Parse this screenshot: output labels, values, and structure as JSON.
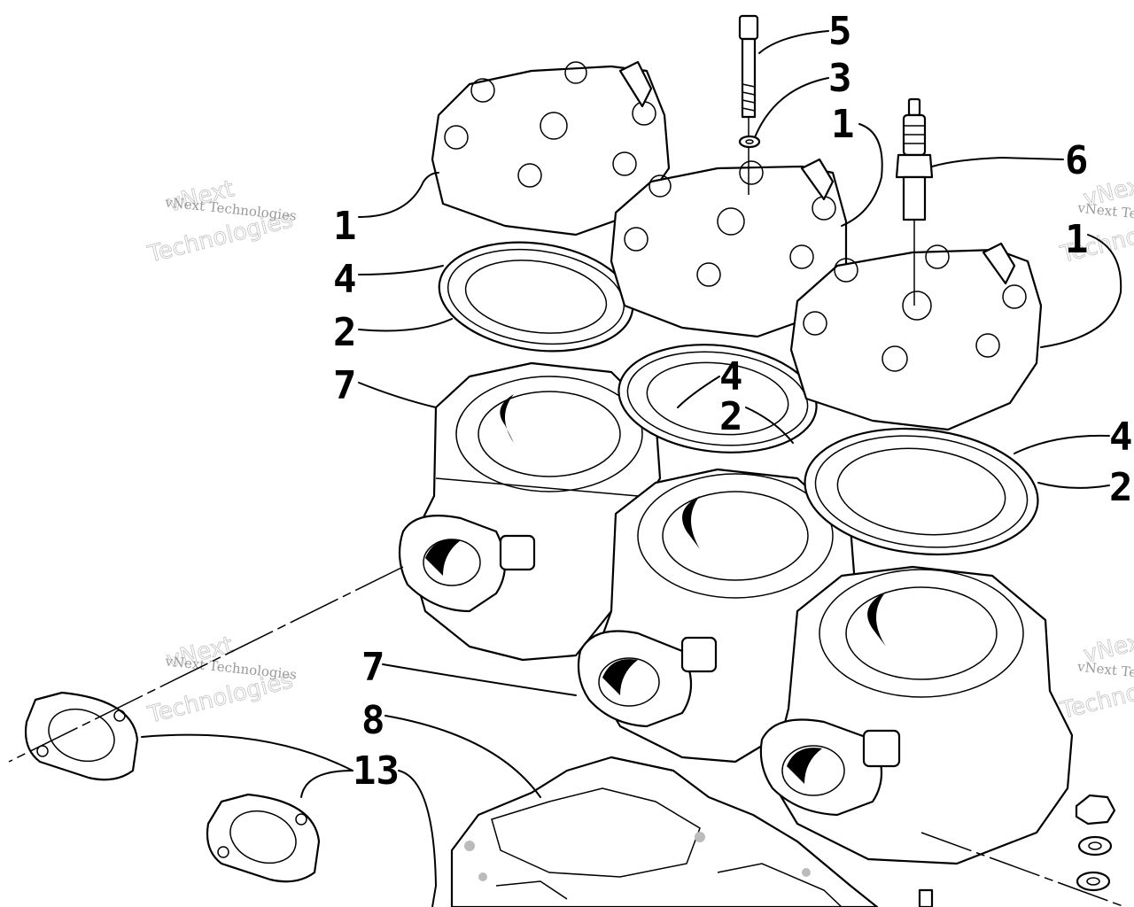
{
  "callouts": [
    {
      "id": "5a",
      "text": "5"
    },
    {
      "id": "3a",
      "text": "3"
    },
    {
      "id": "1a",
      "text": "1"
    },
    {
      "id": "6a",
      "text": "6"
    },
    {
      "id": "1b",
      "text": "1"
    },
    {
      "id": "1c",
      "text": "1"
    },
    {
      "id": "4a",
      "text": "4"
    },
    {
      "id": "2a",
      "text": "2"
    },
    {
      "id": "7a",
      "text": "7"
    },
    {
      "id": "4b",
      "text": "4"
    },
    {
      "id": "2b",
      "text": "2"
    },
    {
      "id": "4c",
      "text": "4"
    },
    {
      "id": "2c",
      "text": "2"
    },
    {
      "id": "7b",
      "text": "7"
    },
    {
      "id": "8a",
      "text": "8"
    },
    {
      "id": "13a",
      "text": "13"
    }
  ],
  "watermark": {
    "brand": "vNext",
    "company": "vNext Technologies",
    "word": "Technologies"
  },
  "parts": [
    {
      "name": "cylinder-head",
      "callout": "1"
    },
    {
      "name": "head-gasket-outer",
      "callout": "2"
    },
    {
      "name": "washer",
      "callout": "3"
    },
    {
      "name": "o-ring-inner",
      "callout": "4"
    },
    {
      "name": "cap-screw",
      "callout": "5"
    },
    {
      "name": "spark-plug",
      "callout": "6"
    },
    {
      "name": "cylinder",
      "callout": "7"
    },
    {
      "name": "base-gasket",
      "callout": "8"
    },
    {
      "name": "exhaust-gasket",
      "callout": "13"
    }
  ]
}
